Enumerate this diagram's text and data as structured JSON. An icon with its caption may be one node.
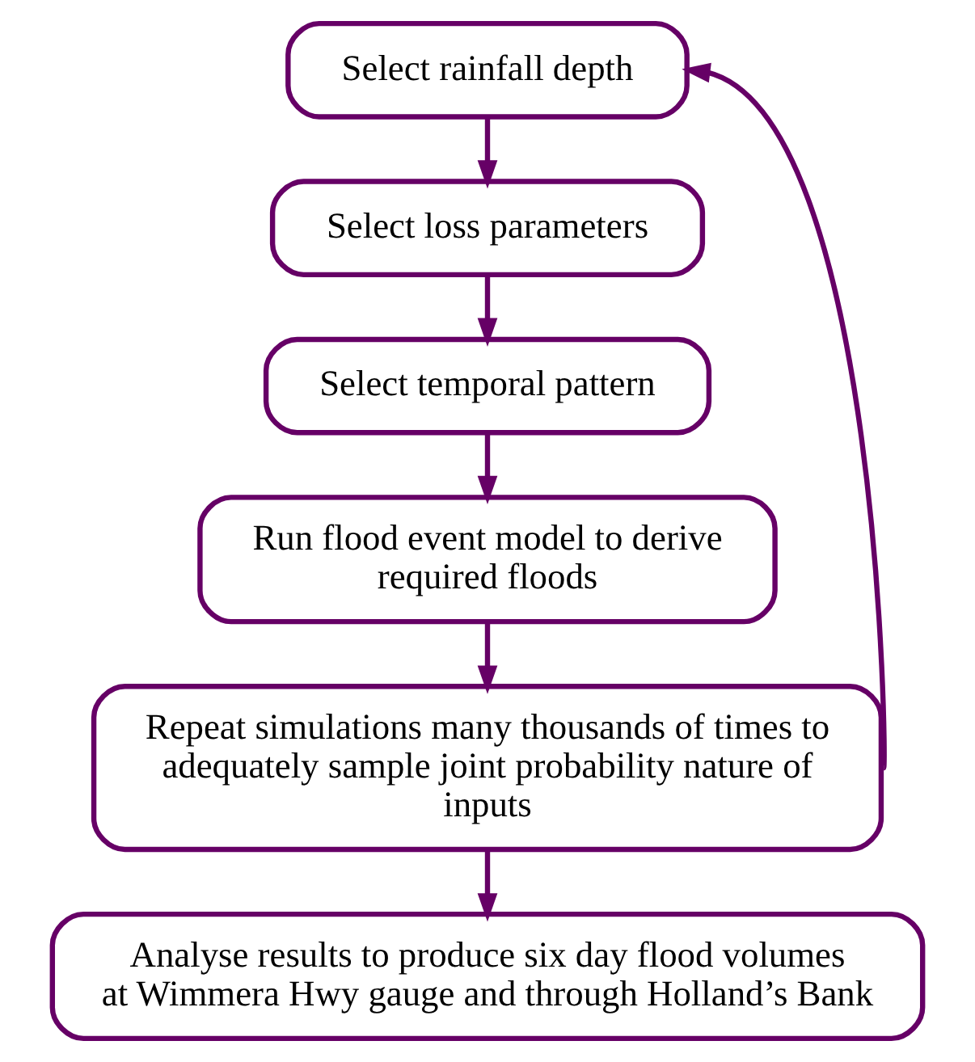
{
  "diagram": {
    "nodes": [
      {
        "text": [
          "Select rainfall depth"
        ]
      },
      {
        "text": [
          "Select loss parameters"
        ]
      },
      {
        "text": [
          "Select temporal pattern"
        ]
      },
      {
        "text": [
          "Run flood event model to derive required floods"
        ]
      },
      {
        "text": [
          "Repeat simulations many thousands of times to adequately sample joint probability nature of inputs"
        ]
      },
      {
        "text": [
          "Analyse results to produce six day flood volumes at Wimmera Hwy gauge and through Holland’s Bank"
        ]
      }
    ],
    "edges": [
      {
        "from": 0,
        "to": 1,
        "arrow": "to"
      },
      {
        "from": 1,
        "to": 2,
        "arrow": "to"
      },
      {
        "from": 2,
        "to": 3,
        "arrow": "to"
      },
      {
        "from": 3,
        "to": 4,
        "arrow": "to"
      },
      {
        "from": 4,
        "to": 5,
        "arrow": "to"
      },
      {
        "from": 4,
        "to": 0,
        "arrow": "to"
      }
    ]
  }
}
